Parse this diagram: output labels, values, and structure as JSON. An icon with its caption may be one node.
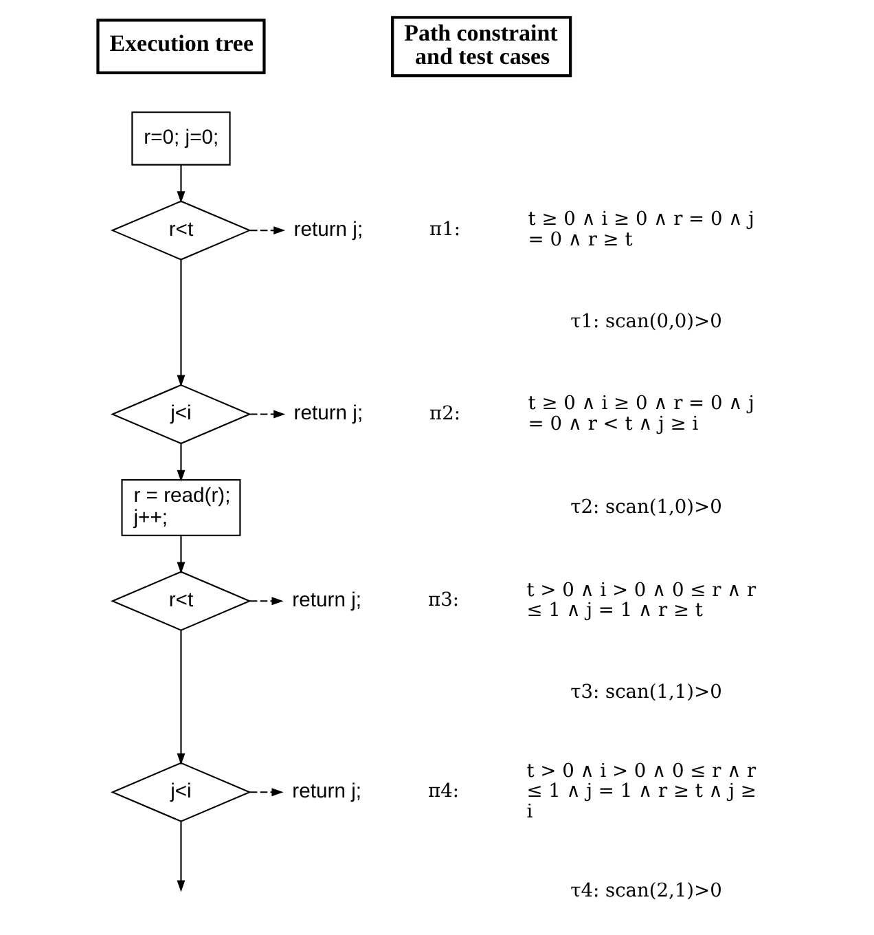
{
  "diagram": {
    "nodes": [
      {
        "text": [
          "Execution tree"
        ]
      },
      {
        "text": [
          "Path constraint and test cases"
        ]
      },
      {
        "text": [
          "r=0; j=0;"
        ]
      },
      {
        "text": [
          "r<t"
        ]
      },
      {
        "text": [
          "return j;"
        ]
      },
      {
        "text": [
          "j<i"
        ]
      },
      {
        "text": [
          "return j;"
        ]
      },
      {
        "text": [
          "r = read(r); j++;"
        ]
      },
      {
        "text": [
          "r<t"
        ]
      },
      {
        "text": [
          "return j;"
        ]
      },
      {
        "text": [
          "j<i"
        ]
      },
      {
        "text": [
          "return j;"
        ]
      }
    ],
    "edges": [
      {
        "from": 2,
        "to": 3,
        "arrow": "to"
      },
      {
        "from": 3,
        "to": 4,
        "arrow": "to",
        "style": "dashed"
      },
      {
        "from": 3,
        "to": 5,
        "arrow": "to"
      },
      {
        "from": 5,
        "to": 6,
        "arrow": "to",
        "style": "dashed"
      },
      {
        "from": 5,
        "to": 7,
        "arrow": "to"
      },
      {
        "from": 7,
        "to": 8,
        "arrow": "to"
      },
      {
        "from": 8,
        "to": 9,
        "arrow": "to",
        "style": "dashed"
      },
      {
        "from": 8,
        "to": 10,
        "arrow": "to"
      },
      {
        "from": 10,
        "to": 11,
        "arrow": "to",
        "style": "dashed"
      },
      {
        "from": 10,
        "to": null,
        "arrow": "to"
      }
    ],
    "labels": [
      "π1:",
      "t ≥ 0 ∧ i ≥ 0 ∧ r = 0 ∧ j = 0 ∧ r ≥ t",
      "τ1: scan(0,0)>0",
      "π2:",
      "t ≥ 0 ∧ i ≥ 0 ∧ r = 0 ∧ j = 0 ∧ r < t ∧ j ≥ i",
      "τ2: scan(1,0)>0",
      "π3:",
      "t > 0 ∧ i > 0 ∧ 0 ≤ r ∧ r ≤ 1 ∧ j = 1 ∧ r ≥ t",
      "τ3: scan(1,1)>0",
      "π4:",
      "t > 0 ∧ i > 0 ∧ 0 ≤ r ∧ r ≤ 1 ∧ j = 1 ∧ r ≥ t ∧ j ≥ i",
      "τ4: scan(2,1)>0"
    ]
  }
}
